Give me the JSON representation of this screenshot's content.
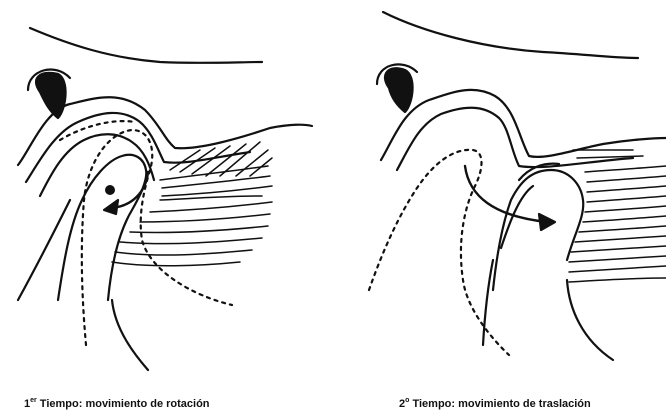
{
  "panels": [
    {
      "id": "rotation",
      "caption": {
        "number": "1",
        "ordinal": "er",
        "text": " Tiempo: movimiento de rotación"
      }
    },
    {
      "id": "translation",
      "caption": {
        "number": "2",
        "ordinal": "o",
        "text": " Tiempo: movimiento de traslación"
      }
    }
  ],
  "colors": {
    "ink": "#111111",
    "background": "#ffffff"
  },
  "icons": [
    "rotation-arrow-icon",
    "translation-arrow-icon",
    "rotation-center-dot-icon"
  ]
}
